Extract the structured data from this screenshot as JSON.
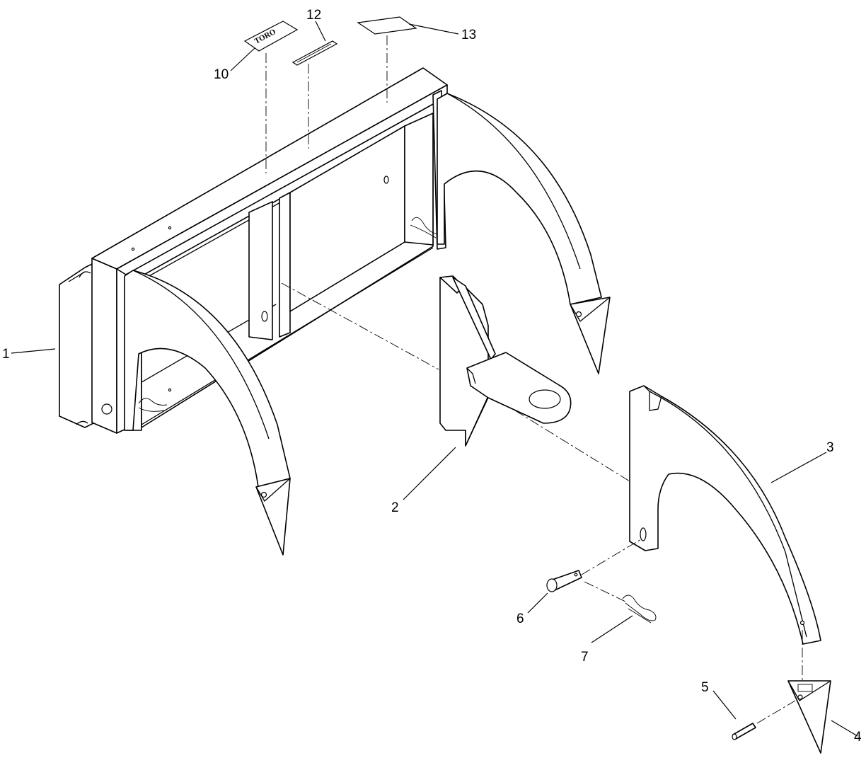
{
  "diagram": {
    "logo_text": "TORO",
    "callouts": [
      {
        "id": "1",
        "label": "1"
      },
      {
        "id": "2",
        "label": "2"
      },
      {
        "id": "3",
        "label": "3"
      },
      {
        "id": "4",
        "label": "4"
      },
      {
        "id": "5",
        "label": "5"
      },
      {
        "id": "6",
        "label": "6"
      },
      {
        "id": "7",
        "label": "7"
      },
      {
        "id": "10",
        "label": "10"
      },
      {
        "id": "12",
        "label": "12"
      },
      {
        "id": "13",
        "label": "13"
      }
    ]
  }
}
